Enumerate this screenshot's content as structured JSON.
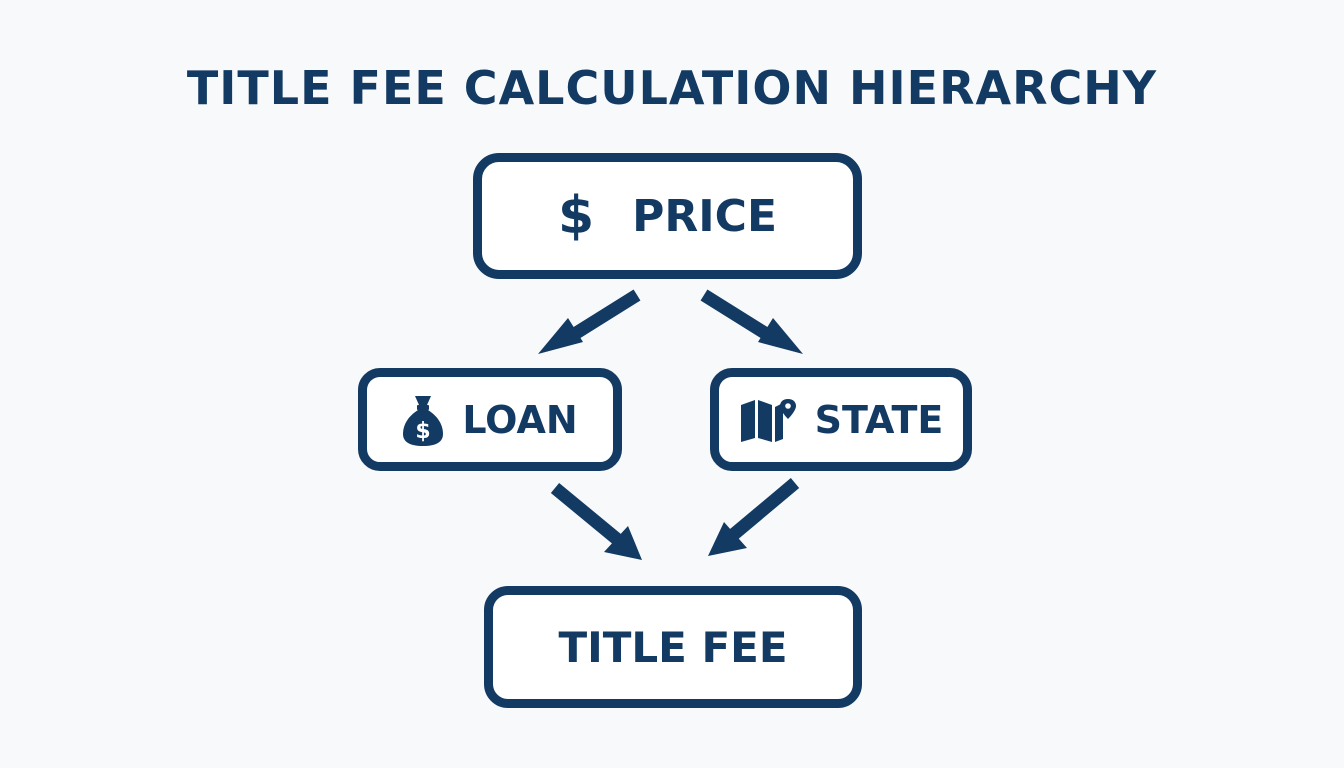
{
  "diagram": {
    "title": "TITLE FEE CALCULATION HIERARCHY",
    "nodes": {
      "price": {
        "label": "PRICE",
        "icon": "dollar-sign-icon",
        "icon_glyph": "$"
      },
      "loan": {
        "label": "LOAN",
        "icon": "money-bag-icon"
      },
      "state": {
        "label": "STATE",
        "icon": "map-pin-icon"
      },
      "title_fee": {
        "label": "TITLE FEE"
      }
    },
    "edges": [
      {
        "from": "price",
        "to": "loan"
      },
      {
        "from": "price",
        "to": "state"
      },
      {
        "from": "loan",
        "to": "title_fee"
      },
      {
        "from": "state",
        "to": "title_fee"
      }
    ],
    "colors": {
      "primary": "#123a63",
      "background": "#f8f9fa",
      "box_fill": "#ffffff"
    }
  }
}
